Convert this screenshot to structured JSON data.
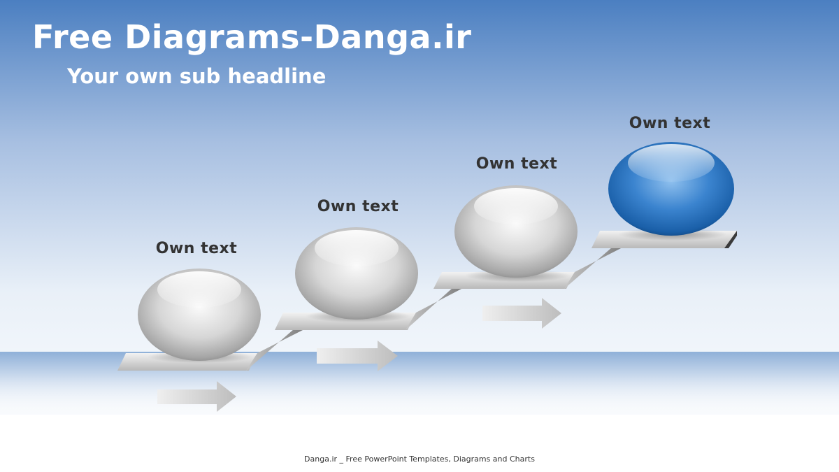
{
  "title": "Free Diagrams-Danga.ir",
  "subtitle": "Your own sub headline",
  "steps": [
    {
      "label": "Own text",
      "highlight": false
    },
    {
      "label": "Own text",
      "highlight": false
    },
    {
      "label": "Own text",
      "highlight": false
    },
    {
      "label": "Own text",
      "highlight": true
    }
  ],
  "footer": "Danga.ir _ Free PowerPoint Templates, Diagrams and Charts",
  "colors": {
    "sky_top": "#4a7fc0",
    "sphere_gray": "#d9d9d9",
    "sphere_blue": "#1f6ab4",
    "label_text": "#333333"
  }
}
